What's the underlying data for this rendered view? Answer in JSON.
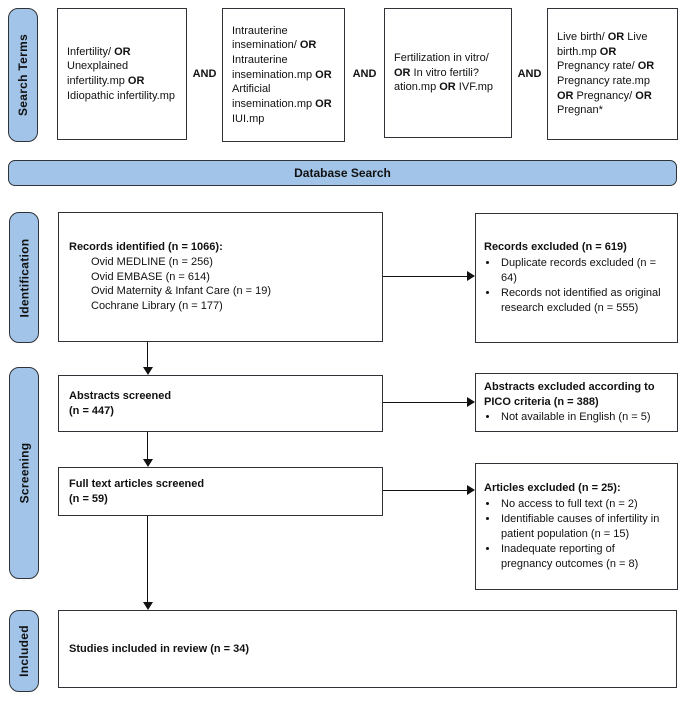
{
  "colors": {
    "accent_blue": "#A2C4E8",
    "box_border": "#2f3338",
    "arrow": "#111111"
  },
  "search": {
    "side_label": "Search Terms",
    "operator": "AND",
    "boxes": [
      {
        "segments": [
          {
            "t": "Infertility/ ",
            "b": false
          },
          {
            "t": "OR",
            "b": true
          },
          {
            "t": " Unexplained infertility.mp ",
            "b": false
          },
          {
            "t": "OR",
            "b": true
          },
          {
            "t": " Idiopathic infertility.mp",
            "b": false
          }
        ]
      },
      {
        "segments": [
          {
            "t": "Intrauterine insemination/ ",
            "b": false
          },
          {
            "t": "OR",
            "b": true
          },
          {
            "t": " Intrauterine insemination.mp ",
            "b": false
          },
          {
            "t": "OR",
            "b": true
          },
          {
            "t": " Artificial insemination.mp ",
            "b": false
          },
          {
            "t": "OR",
            "b": true
          },
          {
            "t": " IUI.mp",
            "b": false
          }
        ]
      },
      {
        "segments": [
          {
            "t": "Fertilization in vitro/ ",
            "b": false
          },
          {
            "t": "OR",
            "b": true
          },
          {
            "t": " In vitro fertili?ation.mp ",
            "b": false
          },
          {
            "t": "OR",
            "b": true
          },
          {
            "t": " IVF.mp",
            "b": false
          }
        ]
      },
      {
        "segments": [
          {
            "t": "Live birth/ ",
            "b": false
          },
          {
            "t": "OR",
            "b": true
          },
          {
            "t": " Live birth.mp ",
            "b": false
          },
          {
            "t": "OR",
            "b": true
          },
          {
            "t": " Pregnancy rate/ ",
            "b": false
          },
          {
            "t": "OR",
            "b": true
          },
          {
            "t": " Pregnancy rate.mp ",
            "b": false
          },
          {
            "t": "OR",
            "b": true
          },
          {
            "t": " Pregnancy/ ",
            "b": false
          },
          {
            "t": "OR",
            "b": true
          },
          {
            "t": " Pregnan*",
            "b": false
          }
        ]
      }
    ]
  },
  "database_bar": {
    "label": "Database Search"
  },
  "stages": {
    "identification": {
      "label": "Identification",
      "main": {
        "title": "Records identified (n = 1066):",
        "lines": [
          "Ovid MEDLINE (n = 256)",
          "Ovid EMBASE (n = 614)",
          "Ovid Maternity & Infant Care (n = 19)",
          "Cochrane Library (n = 177)"
        ]
      },
      "excluded": {
        "title": "Records excluded (n = 619)",
        "bullets": [
          "Duplicate records excluded (n = 64)",
          "Records not identified as original research excluded (n = 555)"
        ]
      }
    },
    "screening": {
      "label": "Screening",
      "abstracts": {
        "title": "Abstracts screened\n(n = 447)"
      },
      "abstracts_excluded": {
        "title": "Abstracts excluded according to PICO criteria (n = 388)",
        "bullets": [
          "Not available in English (n = 5)"
        ]
      },
      "fulltext": {
        "title": "Full text articles screened\n(n = 59)"
      },
      "fulltext_excluded": {
        "title": "Articles excluded (n = 25):",
        "bullets": [
          "No access to full text (n = 2)",
          "Identifiable causes of infertility in patient population (n = 15)",
          "Inadequate reporting of pregnancy outcomes (n = 8)"
        ]
      }
    },
    "included": {
      "label": "Included",
      "main": {
        "title": "Studies included in review (n = 34)"
      }
    }
  }
}
